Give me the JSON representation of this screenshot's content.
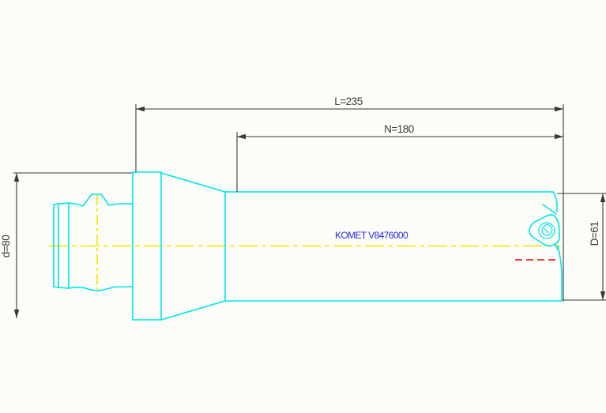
{
  "drawing": {
    "brand_label": "KOMET V8476000",
    "dimensions": {
      "overall_length": {
        "label": "L=235",
        "value": 235
      },
      "neck_length": {
        "label": "N=180",
        "value": 180
      },
      "shank_diameter": {
        "label": "d=80",
        "value": 80
      },
      "cutting_diameter": {
        "label": "D=61",
        "value": 61
      }
    },
    "colors": {
      "geometry": "#00e6e6",
      "centerline": "#f2e400",
      "hidden_line": "#e82525",
      "dimension": "#383838",
      "brand_text": "#2b2be0",
      "background": "#fcfcf8"
    }
  }
}
